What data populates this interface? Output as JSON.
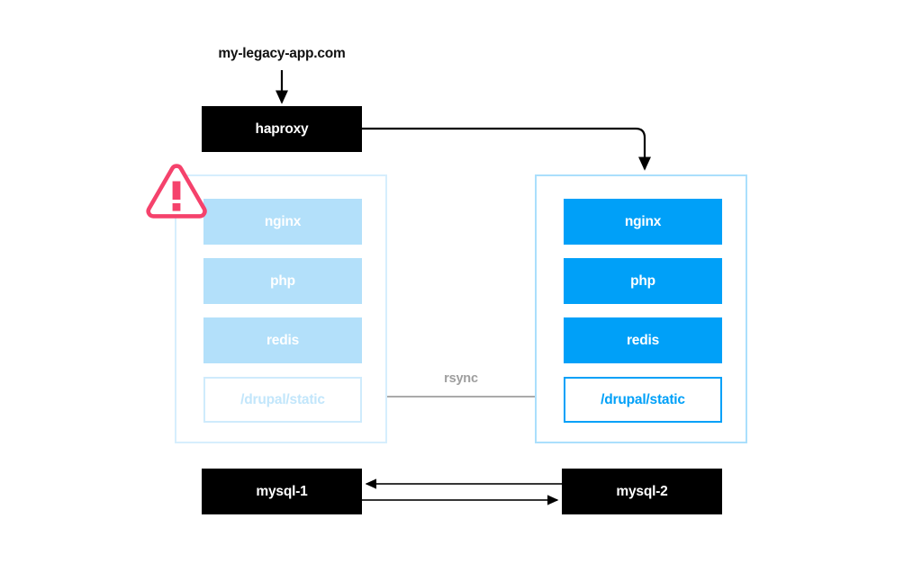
{
  "diagram": {
    "title": "my-legacy-app.com",
    "entrypoint_label": "my-legacy-app.com",
    "colors": {
      "black": "#000000",
      "active_blue": "#00a0f8",
      "faded_blue": "#b3e0fa",
      "faded_border": "#cfebfc",
      "group_border_active": "#aadffc",
      "group_border_faded": "#d6eefd",
      "warning_pink": "#f5426c",
      "edge_gray": "#9e9e9e",
      "white": "#ffffff"
    }
  },
  "loadbalancer": {
    "label": "haproxy"
  },
  "databases": [
    {
      "label": "mysql-1"
    },
    {
      "label": "mysql-2"
    }
  ],
  "groups": [
    {
      "id": "legacy",
      "state": "faded",
      "has_warning": true,
      "services": [
        {
          "label": "nginx",
          "style": "filled"
        },
        {
          "label": "php",
          "style": "filled"
        },
        {
          "label": "redis",
          "style": "filled"
        },
        {
          "label": "/drupal/static",
          "style": "outline"
        }
      ]
    },
    {
      "id": "new",
      "state": "active",
      "has_warning": false,
      "services": [
        {
          "label": "nginx",
          "style": "filled"
        },
        {
          "label": "php",
          "style": "filled"
        },
        {
          "label": "redis",
          "style": "filled"
        },
        {
          "label": "/drupal/static",
          "style": "outline"
        }
      ]
    }
  ],
  "edges": {
    "rsync_label": "rsync"
  },
  "icons": {
    "warning": "warning-triangle-icon"
  }
}
